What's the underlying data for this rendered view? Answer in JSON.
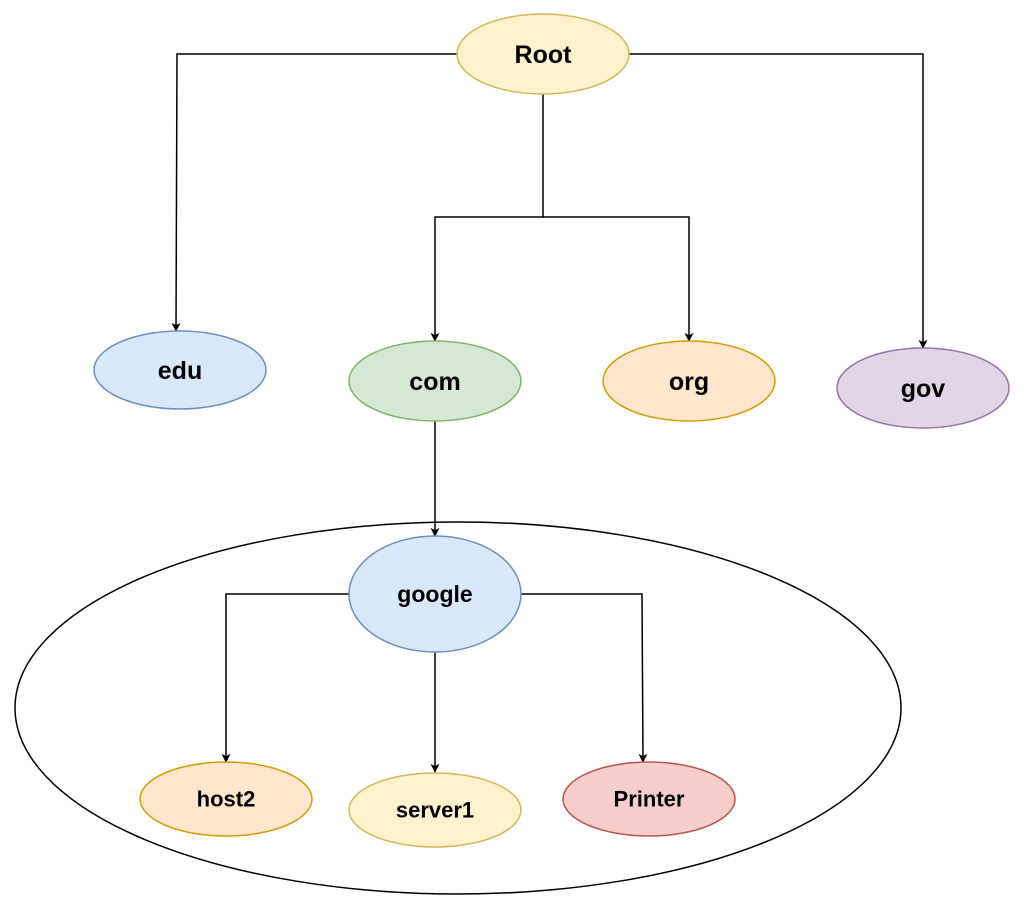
{
  "nodes": {
    "root": {
      "label": "Root",
      "fill": "#fff2cc",
      "stroke": "#d6b656"
    },
    "edu": {
      "label": "edu",
      "fill": "#dae8fc",
      "stroke": "#6c8ebf"
    },
    "com": {
      "label": "com",
      "fill": "#d5e8d4",
      "stroke": "#82b366"
    },
    "org": {
      "label": "org",
      "fill": "#ffe6cc",
      "stroke": "#d79b00"
    },
    "gov": {
      "label": "gov",
      "fill": "#e1d5e7",
      "stroke": "#9673a6"
    },
    "google": {
      "label": "google",
      "fill": "#dae8fc",
      "stroke": "#6c8ebf"
    },
    "host2": {
      "label": "host2",
      "fill": "#ffe6cc",
      "stroke": "#d79b00"
    },
    "server1": {
      "label": "server1",
      "fill": "#fff2cc",
      "stroke": "#d6b656"
    },
    "printer": {
      "label": "Printer",
      "fill": "#f8cecc",
      "stroke": "#b85450"
    }
  },
  "edges": [
    {
      "from": "root",
      "to": "edu"
    },
    {
      "from": "root",
      "to": "com"
    },
    {
      "from": "root",
      "to": "org"
    },
    {
      "from": "root",
      "to": "gov"
    },
    {
      "from": "com",
      "to": "google"
    },
    {
      "from": "google",
      "to": "host2"
    },
    {
      "from": "google",
      "to": "server1"
    },
    {
      "from": "google",
      "to": "printer"
    }
  ],
  "zone": {
    "stroke": "#000000"
  }
}
